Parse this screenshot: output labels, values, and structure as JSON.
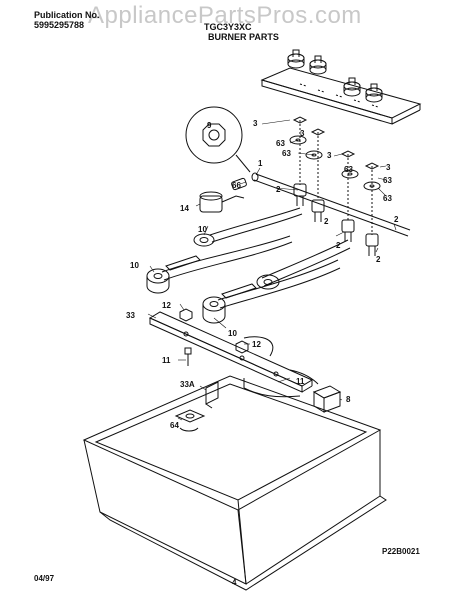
{
  "header": {
    "publication_label": "Publication No.",
    "publication_number": "5995295788",
    "model": "TGC3Y3XC",
    "section_title": "BURNER PARTS"
  },
  "watermark": "AppliancePartsPros.com",
  "callouts": {
    "c1": "1",
    "c2a": "2",
    "c2b": "2",
    "c2c": "2",
    "c2d": "2",
    "c2e": "2",
    "c3a": "3",
    "c3b": "3",
    "c3c": "3",
    "c3d": "3",
    "c8": "8",
    "c9": "9",
    "c10a": "10",
    "c10b": "10",
    "c10c": "10",
    "c11a": "11",
    "c11b": "11",
    "c12a": "12",
    "c12b": "12",
    "c14": "14",
    "c33": "33",
    "c33a": "33A",
    "c63a": "63",
    "c63b": "63",
    "c63c": "63",
    "c63d": "63",
    "c63e": "63",
    "c64": "64",
    "c66": "66"
  },
  "figure_code": "P22B0021",
  "footer": {
    "date": "04/97",
    "page_number": "4"
  }
}
